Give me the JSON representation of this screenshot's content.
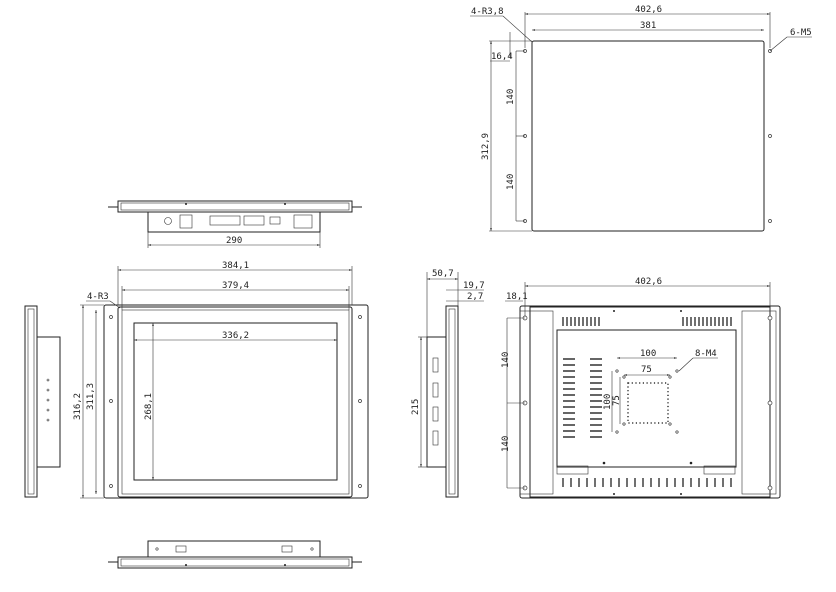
{
  "mount_view": {
    "width": "402,6",
    "plate_width": "381",
    "height": "312,9",
    "pitch_top": "140",
    "pitch_bottom": "140",
    "offset": "16,4",
    "radius": "4-R3,8",
    "holes": "6-M5"
  },
  "top_view": {
    "width": "290"
  },
  "front_view": {
    "width_outer": "384,1",
    "width_bezel": "379,4",
    "radius": "4-R3",
    "screen_width": "336,2",
    "screen_height": "268,1",
    "height_outer": "316,2",
    "height_bezel": "311,3"
  },
  "side_view": {
    "depth": "50,7",
    "depth_frame": "19,7",
    "bezel": "2,7",
    "height": "215"
  },
  "rear_view": {
    "width": "402,6",
    "offset": "18,1",
    "pitch_top": "140",
    "pitch_bottom": "140",
    "vesa_outer": "100",
    "vesa_inner": "75",
    "vesa_outer_v": "100",
    "vesa_inner_v": "75",
    "vesa_holes": "8-M4"
  }
}
